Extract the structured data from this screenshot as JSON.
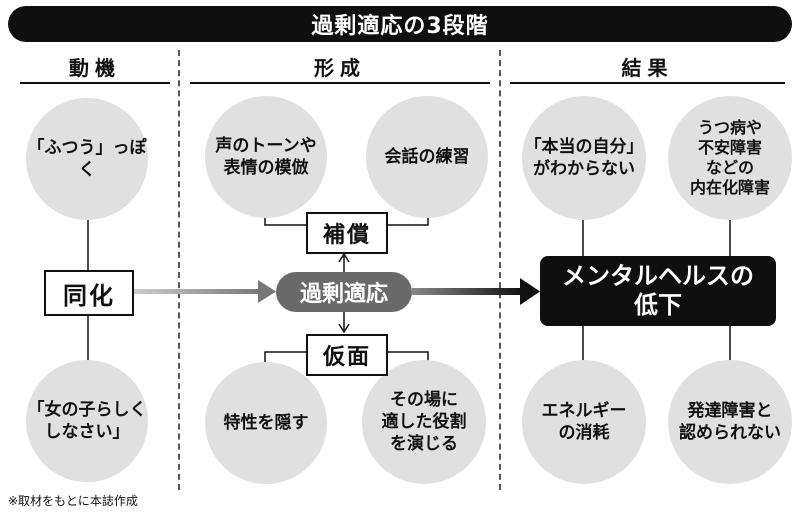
{
  "title": "過剰適応の3段階",
  "columns": {
    "motive": "動機",
    "formation": "形成",
    "result": "結果"
  },
  "motive": {
    "bubble_top": "「ふつう」っぽく",
    "center": "同化",
    "bubble_bottom_line1": "「女の子らしく",
    "bubble_bottom_line2": "しなさい」"
  },
  "formation": {
    "bubble_top_left_line1": "声のトーンや",
    "bubble_top_left_line2": "表情の模倣",
    "bubble_top_right": "会話の練習",
    "compensation": "補償",
    "center": "過剰適応",
    "mask": "仮面",
    "bubble_bottom_left": "特性を隠す",
    "bubble_bottom_right_line1": "その場に",
    "bubble_bottom_right_line2": "適した役割",
    "bubble_bottom_right_line3": "を演じる"
  },
  "result": {
    "bubble_top_left_line1": "「本当の自分」",
    "bubble_top_left_line2": "がわからない",
    "bubble_top_right_line1": "うつ病や",
    "bubble_top_right_line2": "不安障害",
    "bubble_top_right_line3": "などの",
    "bubble_top_right_line4": "内在化障害",
    "center_line1": "メンタルヘルスの",
    "center_line2": "低下",
    "bubble_bottom_left_line1": "エネルギー",
    "bubble_bottom_left_line2": "の消耗",
    "bubble_bottom_right_line1": "発達障害と",
    "bubble_bottom_right_line2": "認められない"
  },
  "footnote": "※取材をもとに本誌作成",
  "colors": {
    "dark": "#0f0f0f",
    "bubble": "#e0e0e0",
    "pill_gray": "#6a6a6a"
  }
}
